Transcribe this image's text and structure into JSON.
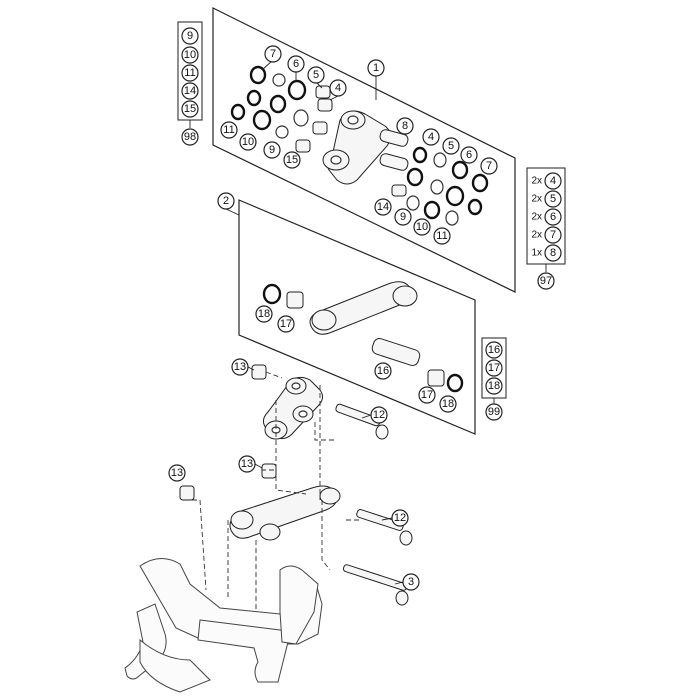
{
  "diagram": {
    "callouts": {
      "panel_upper": "1",
      "panel_lower": "2",
      "bolt_long": "3",
      "p4": "4",
      "p5": "5",
      "p6": "6",
      "p7": "7",
      "p8": "8",
      "p9": "9",
      "p10": "10",
      "p11": "11",
      "p12": "12",
      "p13": "13",
      "p14": "14",
      "p15": "15",
      "p16": "16",
      "p17": "17",
      "p18": "18"
    },
    "kit_98": {
      "items": [
        "9",
        "10",
        "11",
        "14",
        "15"
      ],
      "kit": "98"
    },
    "kit_97": {
      "items": [
        {
          "qty": "2x",
          "part": "4"
        },
        {
          "qty": "2x",
          "part": "5"
        },
        {
          "qty": "2x",
          "part": "6"
        },
        {
          "qty": "2x",
          "part": "7"
        },
        {
          "qty": "1x",
          "part": "8"
        }
      ],
      "kit": "97"
    },
    "kit_99": {
      "items": [
        "16",
        "17",
        "18"
      ],
      "kit": "99"
    }
  }
}
